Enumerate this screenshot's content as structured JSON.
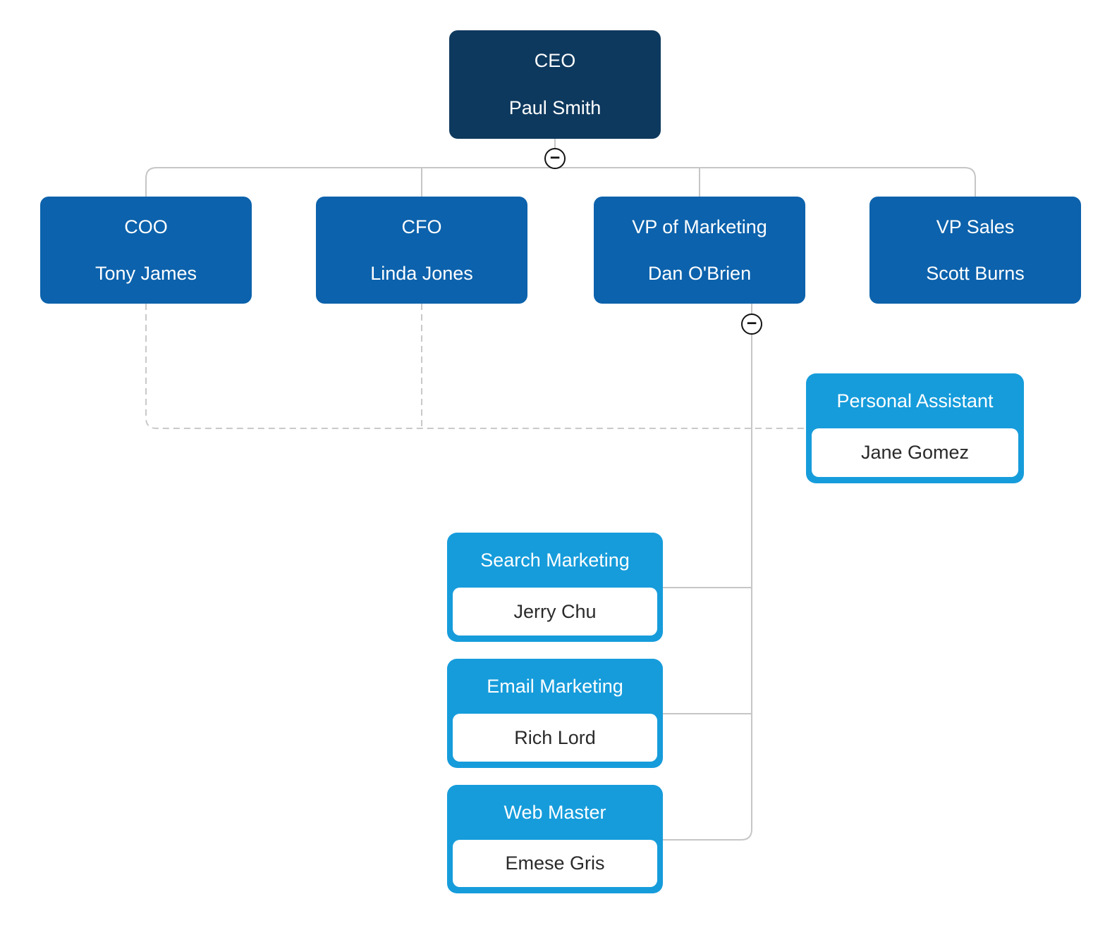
{
  "palette": {
    "navy": "#0E395E",
    "blue": "#0C62AC",
    "light_blue": "#169CDB",
    "line": "#C6C6C6",
    "line_dash": "#C9C9C9",
    "text_dark": "#2A2A2A"
  },
  "icons": {
    "collapse_glyph": "−"
  },
  "nodes": {
    "ceo": {
      "title": "CEO",
      "name": "Paul Smith"
    },
    "coo": {
      "title": "COO",
      "name": "Tony James"
    },
    "cfo": {
      "title": "CFO",
      "name": "Linda Jones"
    },
    "vp_marketing": {
      "title": "VP of Marketing",
      "name": "Dan O'Brien"
    },
    "vp_sales": {
      "title": "VP Sales",
      "name": "Scott Burns"
    },
    "personal_assistant": {
      "title": "Personal Assistant",
      "name": "Jane Gomez"
    },
    "search_marketing": {
      "title": "Search Marketing",
      "name": "Jerry Chu"
    },
    "email_marketing": {
      "title": "Email Marketing",
      "name": "Rich Lord"
    },
    "web_master": {
      "title": "Web Master",
      "name": "Emese Gris"
    }
  }
}
